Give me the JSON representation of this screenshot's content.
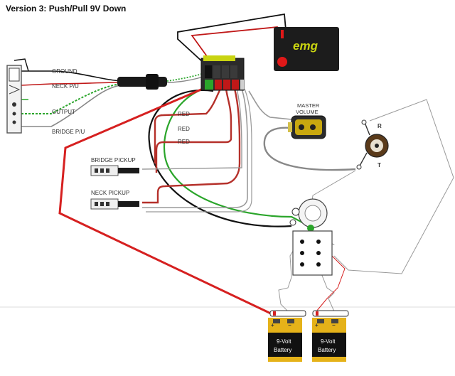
{
  "title": "Version 3: Push/Pull 9V Down",
  "jack_wires": {
    "ground": "GROUND",
    "neck": "NECK P/U",
    "output": "OUTPUT",
    "bridge": "BRIDGE P/U"
  },
  "wire_labels": [
    "RED",
    "RED",
    "RED"
  ],
  "pickups": {
    "bridge": "BRIDGE PICKUP",
    "neck": "NECK PICKUP"
  },
  "master_volume": {
    "line1": "MASTER",
    "line2": "VOLUME"
  },
  "toggle_terminals": {
    "r": "R",
    "t": "T"
  },
  "logo": "emg",
  "batteries": [
    {
      "line1": "9-Volt",
      "line2": "Battery",
      "pos": "+",
      "neg": "−"
    },
    {
      "line1": "9-Volt",
      "line2": "Battery",
      "pos": "+",
      "neg": "−"
    }
  ],
  "colors": {
    "red_wire": "#d62020",
    "dark_red_wire": "#b5302a",
    "black_wire": "#111111",
    "green_wire": "#2aa52a",
    "white_wire": "#999999",
    "battery_gold": "#e5b219",
    "logo_yellow": "#c9d411"
  }
}
